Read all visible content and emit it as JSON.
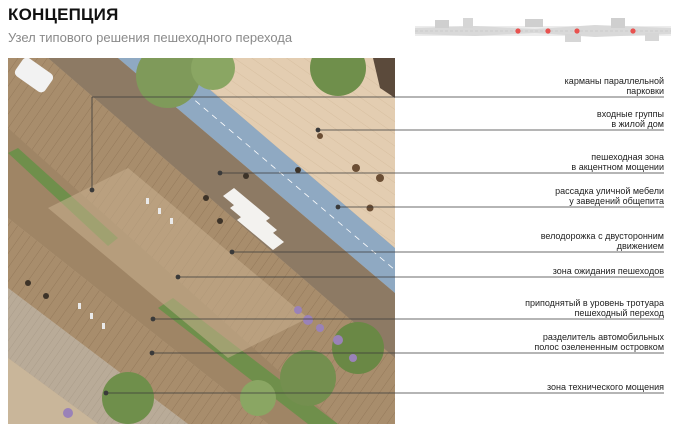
{
  "header": {
    "title": "КОНЦЕПЦИЯ",
    "subtitle": "Узел типового решения пешеходного перехода"
  },
  "callouts": [
    {
      "line1": "карманы параллельной",
      "line2": "парковки"
    },
    {
      "line1": "входные группы",
      "line2": "в жилой дом"
    },
    {
      "line1": "пешеходная зона",
      "line2": "в акцентном мощении"
    },
    {
      "line1": "рассадка уличной мебели",
      "line2": "у заведений общепита"
    },
    {
      "line1": "велодорожка с двусторонним",
      "line2": "движением"
    },
    {
      "line1": "зона ожидания пешеходов",
      "line2": ""
    },
    {
      "line1": "приподнятый в уровень тротуара",
      "line2": "пешеходный переход"
    },
    {
      "line1": "разделитель автомобильных",
      "line2": "полос озелененным островком"
    },
    {
      "line1": "зона технического мощения",
      "line2": ""
    }
  ],
  "colors": {
    "accent_marker": "#e8524f",
    "callout_line": "#3a3a3a",
    "bike_lane": "#8fa9c2",
    "paving_light": "#e3cdb1",
    "paving_dark": "#a88d6c",
    "greenery": "#6f8f4b"
  }
}
